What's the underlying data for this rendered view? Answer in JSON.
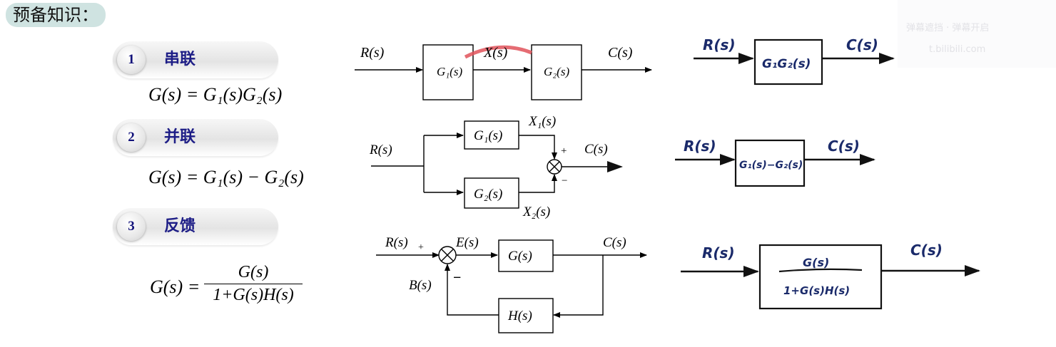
{
  "title": "预备知识：",
  "sections": [
    {
      "num": "1",
      "label": "串联",
      "formula": "G(s) = G₁(s)G₂(s)"
    },
    {
      "num": "2",
      "label": "并联",
      "formula": "G(s) = G₁(s) − G₂(s)"
    },
    {
      "num": "3",
      "label": "反馈",
      "formula_lhs": "G(s) =",
      "formula_num": "G(s)",
      "formula_den": "1+G(s)H(s)"
    }
  ],
  "series_diagram": {
    "input": "R(s)",
    "block1": "G₁(s)",
    "mid": "X(s)",
    "block2": "G₂(s)",
    "output": "C(s)"
  },
  "parallel_diagram": {
    "input": "R(s)",
    "block1": "G₁(s)",
    "block2": "G₂(s)",
    "sig1": "X₁(s)",
    "sig2": "X₂(s)",
    "output": "C(s)",
    "plus": "+",
    "minus": "−"
  },
  "feedback_diagram": {
    "input": "R(s)",
    "error": "E(s)",
    "forward": "G(s)",
    "feedback": "H(s)",
    "fb_signal": "B(s)",
    "output": "C(s)",
    "plus": "+",
    "minus": "−"
  },
  "handwritten": {
    "series": {
      "input": "R(s)",
      "block": "G₁G₂(s)",
      "output": "C(s)"
    },
    "parallel": {
      "input": "R(s)",
      "block": "G₁(s)−G₂(s)",
      "output": "C(s)"
    },
    "feedback": {
      "input": "R(s)",
      "num": "G(s)",
      "den": "1+G(s)H(s)",
      "output": "C(s)"
    }
  },
  "watermark": {
    "line1": "弹幕遮挡 · 弹幕开启",
    "line2": "t.bilibili.com"
  },
  "colors": {
    "title_bg": "#cfe3e1",
    "label_blue": "#1d1d86",
    "ink": "#1a2a6a",
    "highlight": "#e0525a"
  }
}
